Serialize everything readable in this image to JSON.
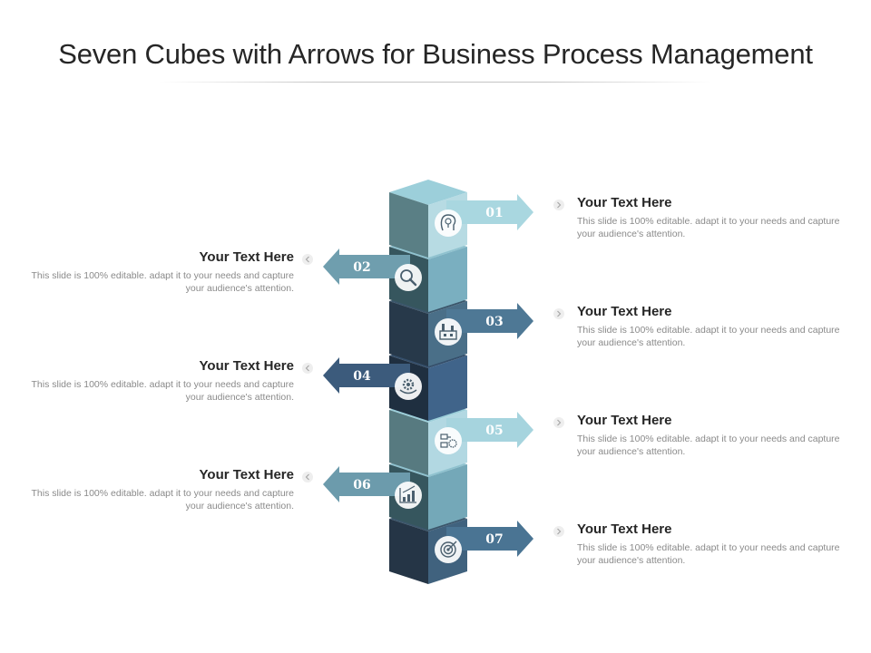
{
  "title": "Seven Cubes with Arrows for Business Process Management",
  "steps": [
    {
      "number": "01",
      "side": "right",
      "heading": "Your Text Here",
      "body": "This slide is 100% editable. adapt it to your needs and capture your audience's attention.",
      "icon": "lightbulb-head-icon",
      "front_color": "#b7dbe3",
      "side_color": "#5a7f85",
      "top_color": "#9ccfda",
      "arrow_color": "#a9d7e0"
    },
    {
      "number": "02",
      "side": "left",
      "heading": "Your Text Here",
      "body": "This slide is 100% editable. adapt it to your needs and capture your audience's attention.",
      "icon": "magnifier-icon",
      "front_color": "#36565e",
      "side_color": "#7aafc0",
      "top_color": "#8fc2cf",
      "arrow_color": "#6f9eae"
    },
    {
      "number": "03",
      "side": "right",
      "heading": "Your Text Here",
      "body": "This slide is 100% editable. adapt it to your needs and capture your audience's attention.",
      "icon": "factory-icon",
      "front_color": "#4a6f88",
      "side_color": "#27394a",
      "top_color": "#3b566b",
      "arrow_color": "#4e7895"
    },
    {
      "number": "04",
      "side": "left",
      "heading": "Your Text Here",
      "body": "This slide is 100% editable. adapt it to your needs and capture your audience's attention.",
      "icon": "gear-hand-icon",
      "front_color": "#1f2f40",
      "side_color": "#40648a",
      "top_color": "#354f6b",
      "arrow_color": "#3c5b7c"
    },
    {
      "number": "05",
      "side": "right",
      "heading": "Your Text Here",
      "body": "This slide is 100% editable. adapt it to your needs and capture your audience's attention.",
      "icon": "workflow-icon",
      "front_color": "#b2d8e2",
      "side_color": "#577a80",
      "top_color": "#9ccfda",
      "arrow_color": "#a6d4de"
    },
    {
      "number": "06",
      "side": "left",
      "heading": "Your Text Here",
      "body": "This slide is 100% editable. adapt it to your needs and capture your audience's attention.",
      "icon": "growth-chart-icon",
      "front_color": "#36565e",
      "side_color": "#74a8b8",
      "top_color": "#8fc2cf",
      "arrow_color": "#6c9bac"
    },
    {
      "number": "07",
      "side": "right",
      "heading": "Your Text Here",
      "body": "This slide is 100% editable. adapt it to your needs and capture your audience's attention.",
      "icon": "target-icon",
      "front_color": "#40627e",
      "side_color": "#253546",
      "top_color": "#3b566b",
      "arrow_color": "#4a7493"
    }
  ]
}
